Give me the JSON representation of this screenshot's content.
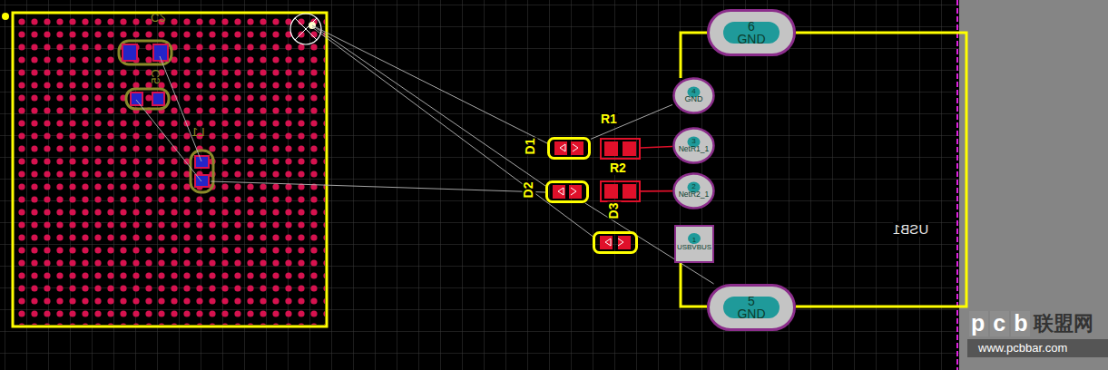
{
  "diagram": {
    "nodes": [
      {
        "text": [
          "6",
          "GND"
        ]
      },
      {
        "text": [
          "4",
          "GND"
        ]
      },
      {
        "text": [
          "D1"
        ]
      },
      {
        "text": [
          "R1"
        ]
      },
      {
        "text": [
          "3",
          "NetR1_1"
        ]
      },
      {
        "text": [
          "D2"
        ]
      },
      {
        "text": [
          "R2"
        ]
      },
      {
        "text": [
          "2",
          "NetR2_1"
        ]
      },
      {
        "text": [
          "D3"
        ]
      },
      {
        "text": [
          "1",
          "USBVBUS"
        ]
      },
      {
        "text": [
          "5",
          "GND"
        ]
      }
    ],
    "edges": [
      {
        "from": 2,
        "to": 1,
        "arrow": "none"
      },
      {
        "from": 3,
        "to": 4,
        "arrow": "none"
      },
      {
        "from": 6,
        "to": 7,
        "arrow": "none"
      },
      {
        "from": 5,
        "to": 10,
        "arrow": "none"
      }
    ],
    "labels": [
      "USB1",
      "C2",
      "C5",
      "L1",
      "pcb",
      "联盟网",
      "www.pcbbar.com"
    ]
  }
}
